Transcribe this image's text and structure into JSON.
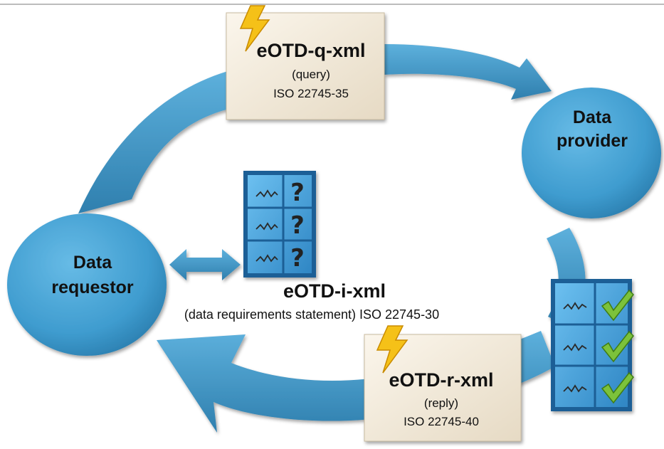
{
  "data_requestor": {
    "line1": "Data",
    "line2": "requestor"
  },
  "data_provider": {
    "line1": "Data",
    "line2": "provider"
  },
  "query_message": {
    "title": "eOTD-q-xml",
    "subtitle": "(query)",
    "standard": "ISO 22745-35"
  },
  "reply_message": {
    "title": "eOTD-r-xml",
    "subtitle": "(reply)",
    "standard": "ISO 22745-40"
  },
  "requirements_statement": {
    "title": "eOTD-i-xml",
    "caption": "(data requirements statement) ISO 22745-30"
  },
  "colors": {
    "node_blue": "#3f9ccf",
    "arrow_blue": "#3a8fbe",
    "card_beige": "#efe6d4",
    "grid_blue": "#4a9fd6",
    "check_green": "#7cc23a",
    "lightning_yellow": "#f5c118"
  },
  "icons": {
    "requirements_grid": "table-question-icon",
    "results_grid": "table-check-icon",
    "message_bolt": "lightning-icon"
  }
}
